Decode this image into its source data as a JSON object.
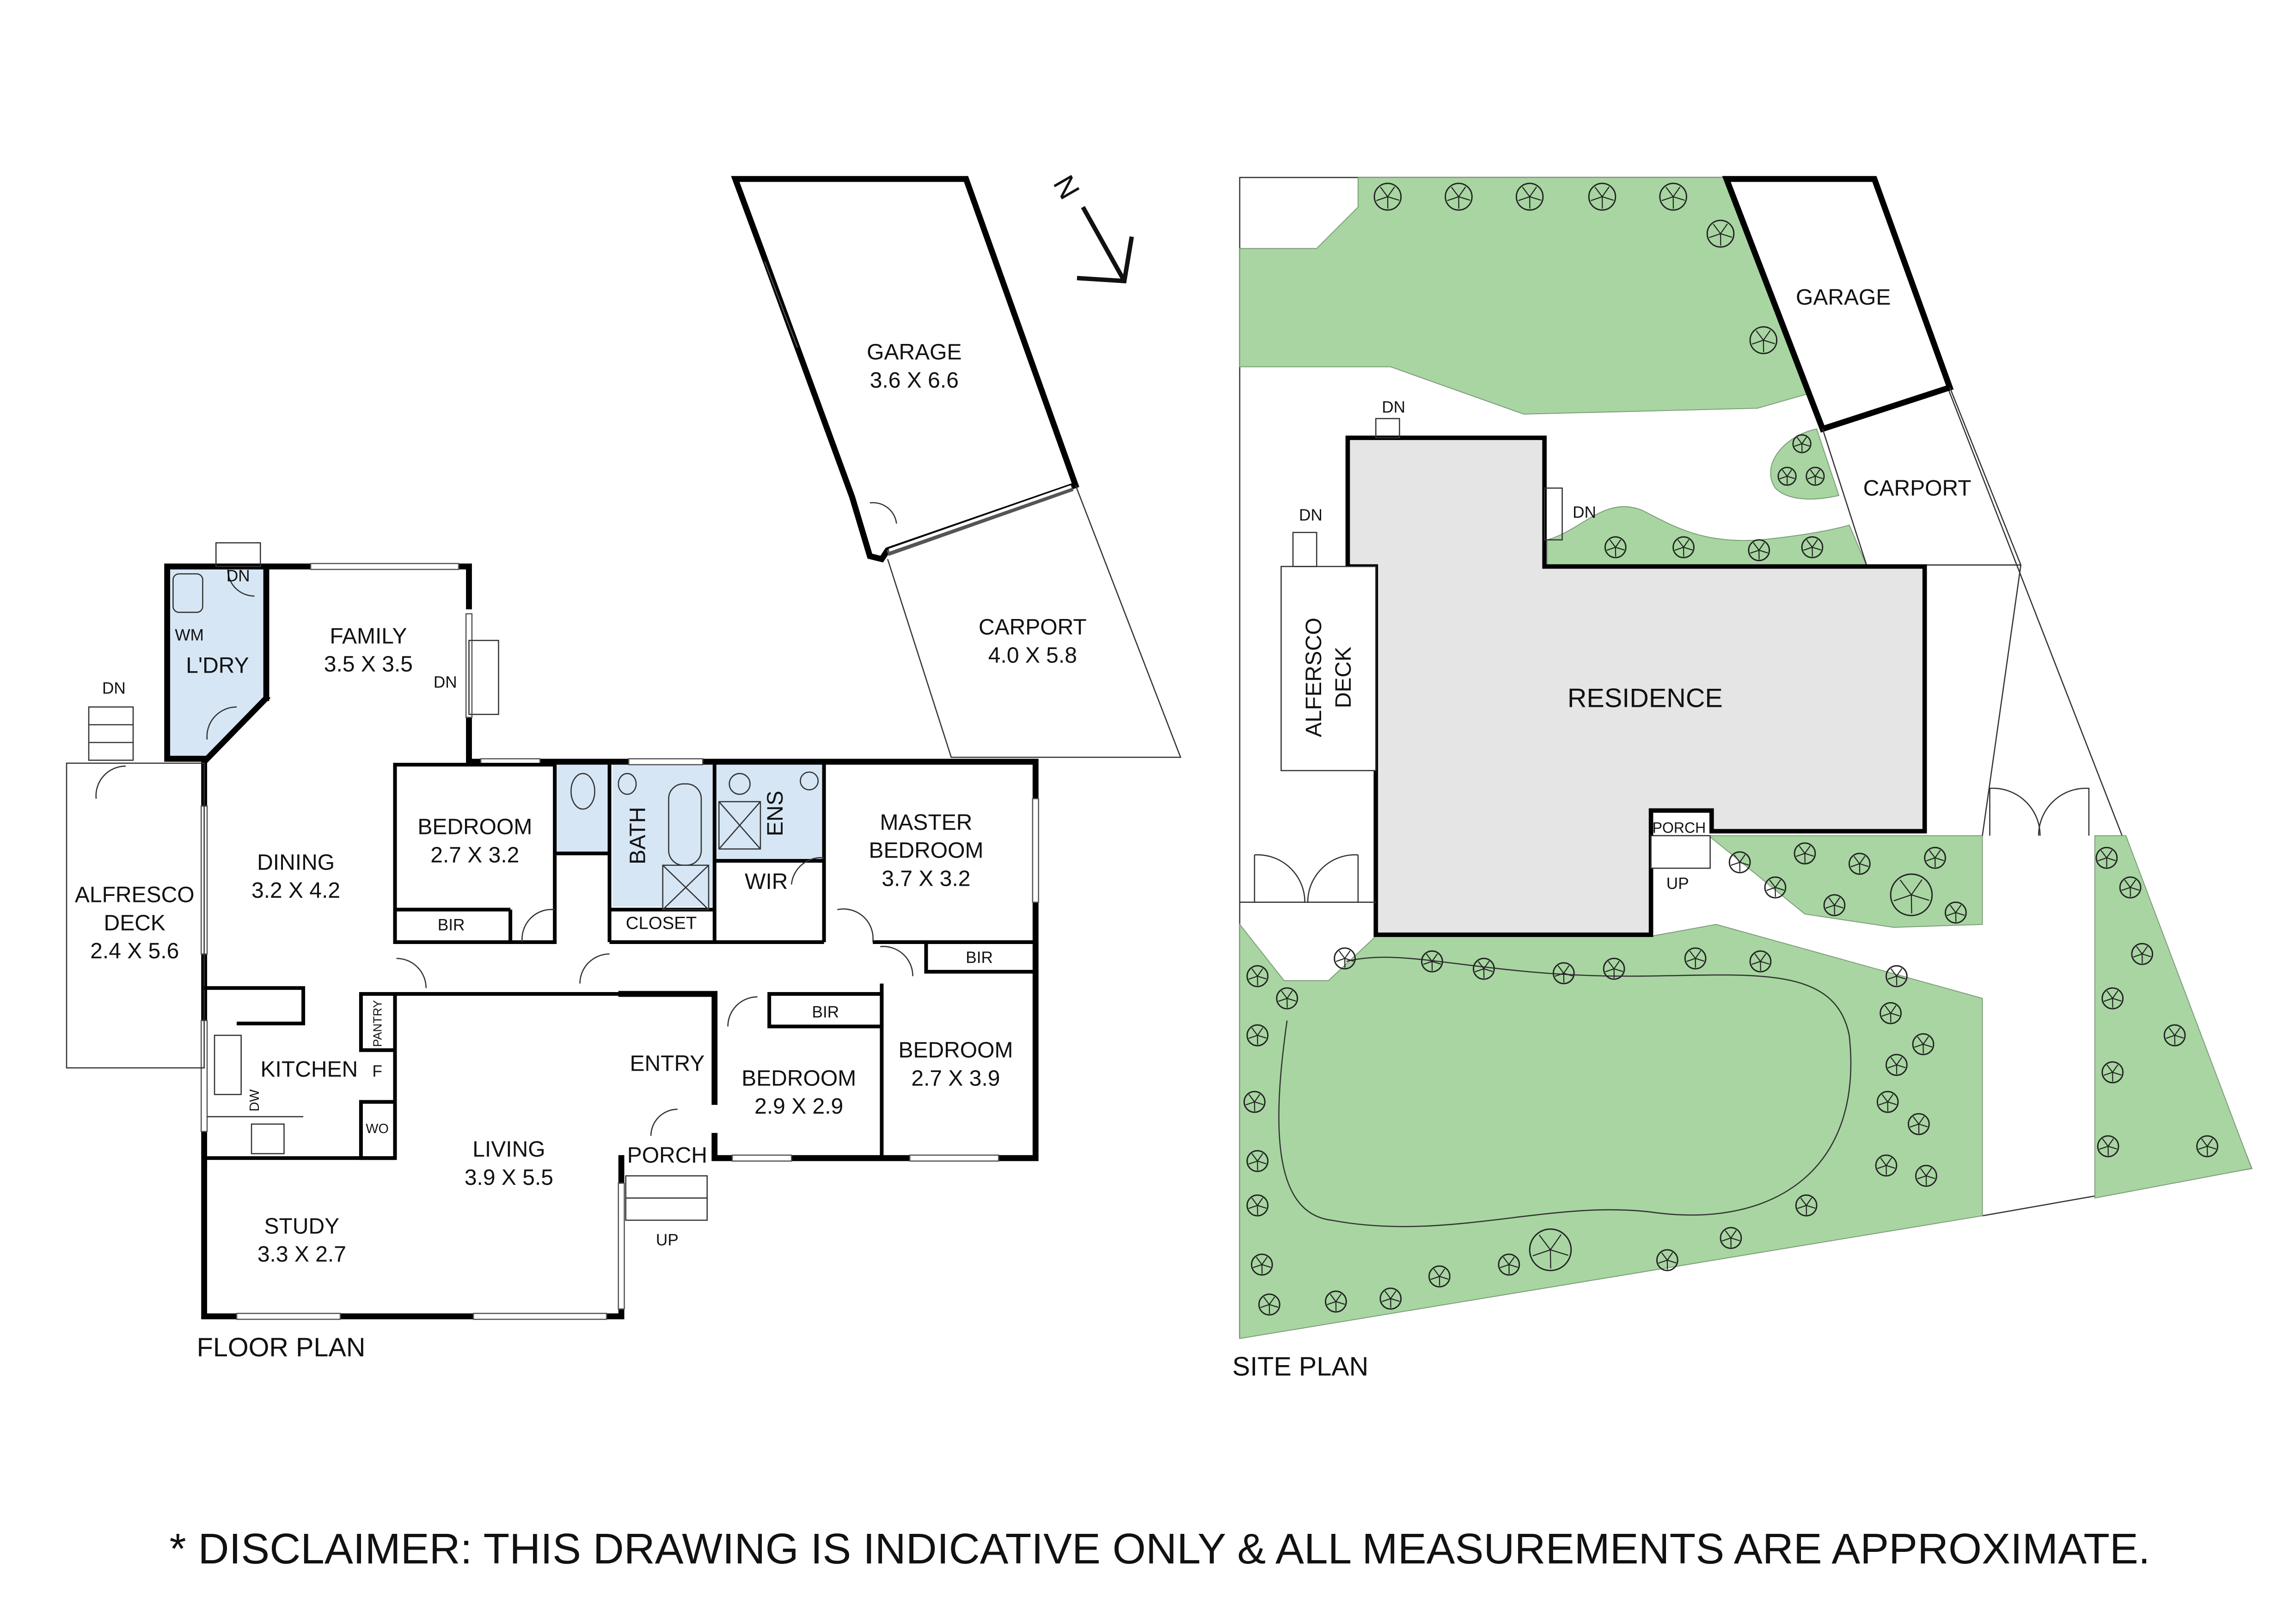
{
  "colors": {
    "lawn": "#a8d5a2",
    "residence": "#e5e5e5",
    "wet_area": "#d6e6f5",
    "wall": "#000000"
  },
  "compass": {
    "label": "N",
    "icon": "north-arrow-icon"
  },
  "floor_plan": {
    "caption": "FLOOR PLAN",
    "rooms": {
      "garage": {
        "name": "GARAGE",
        "size": "3.6 X 6.6"
      },
      "carport": {
        "name": "CARPORT",
        "size": "4.0 X 5.8"
      },
      "family": {
        "name": "FAMILY",
        "size": "3.5 X 3.5"
      },
      "laundry": {
        "name": "L'DRY"
      },
      "dining": {
        "name": "DINING",
        "size": "3.2 X 4.2"
      },
      "alfresco": {
        "name1": "ALFRESCO",
        "name2": "DECK",
        "size": "2.4 X 5.6"
      },
      "bedroom1": {
        "name": "BEDROOM",
        "size": "2.7 X 3.2"
      },
      "bath": {
        "name": "BATH"
      },
      "ens": {
        "name": "ENS"
      },
      "master": {
        "name1": "MASTER",
        "name2": "BEDROOM",
        "size": "3.7 X 3.2"
      },
      "wir": {
        "name": "WIR"
      },
      "closet": {
        "name": "CLOSET"
      },
      "kitchen": {
        "name": "KITCHEN"
      },
      "living": {
        "name": "LIVING",
        "size": "3.9 X 5.5"
      },
      "entry": {
        "name": "ENTRY"
      },
      "porch": {
        "name": "PORCH"
      },
      "bedroom2": {
        "name": "BEDROOM",
        "size": "2.9 X 2.9"
      },
      "bedroom3": {
        "name": "BEDROOM",
        "size": "2.7 X 3.9"
      },
      "study": {
        "name": "STUDY",
        "size": "3.3 X 2.7"
      }
    },
    "labels": {
      "wm": "WM",
      "dn": "DN",
      "up": "UP",
      "bir": "BIR",
      "pantry": "PANTRY",
      "f": "F",
      "wo": "WO",
      "dw": "DW"
    }
  },
  "site_plan": {
    "caption": "SITE PLAN",
    "garage": "GARAGE",
    "carport": "CARPORT",
    "residence": "RESIDENCE",
    "deck1": "ALFERSCO",
    "deck2": "DECK",
    "porch": "PORCH",
    "dn": "DN",
    "up": "UP"
  },
  "disclaimer": "* DISCLAIMER: THIS DRAWING IS INDICATIVE ONLY & ALL MEASUREMENTS ARE APPROXIMATE."
}
